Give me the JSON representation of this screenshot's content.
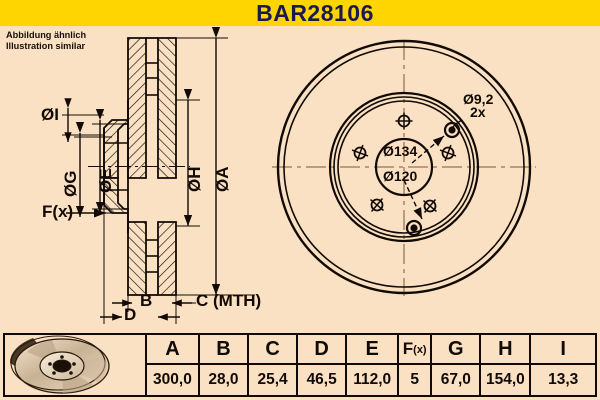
{
  "header": {
    "title": "BAR28106",
    "banner_color": "#FFD500",
    "title_color": "#1A1A50"
  },
  "page": {
    "background_color": "#FAE1C3",
    "ink_color": "#120A04"
  },
  "note": {
    "line_de": "Abbildung ähnlich",
    "line_en": "Illustration similar",
    "text": "Abbildung ähnlich\nIllustration similar"
  },
  "section_view": {
    "labels": {
      "dia_i": "ØI",
      "dia_g": "ØG",
      "dia_e": "ØE",
      "dia_h": "ØH",
      "dia_a": "ØA",
      "f_x": "F(x)",
      "b": "B",
      "c_mth": "C (MTH)",
      "d": "D"
    }
  },
  "face_view": {
    "annotations": {
      "hole_dia": "Ø9,2",
      "hole_count": "2x",
      "bolt_circle": "Ø134",
      "center_bore": "Ø120"
    }
  },
  "spec_table": {
    "thumbnail_name": "brake-disc-thumbnail",
    "columns": [
      {
        "key": "A",
        "header": "A",
        "value": "300,0"
      },
      {
        "key": "B",
        "header": "B",
        "value": "28,0"
      },
      {
        "key": "C",
        "header": "C",
        "value": "25,4"
      },
      {
        "key": "D",
        "header": "D",
        "value": "46,5"
      },
      {
        "key": "E",
        "header": "E",
        "value": "112,0"
      },
      {
        "key": "F",
        "header": "F",
        "header_sub": "(x)",
        "value": "5"
      },
      {
        "key": "G",
        "header": "G",
        "value": "67,0"
      },
      {
        "key": "H",
        "header": "H",
        "value": "154,0"
      },
      {
        "key": "I",
        "header": "I",
        "value": "13,3"
      }
    ]
  }
}
